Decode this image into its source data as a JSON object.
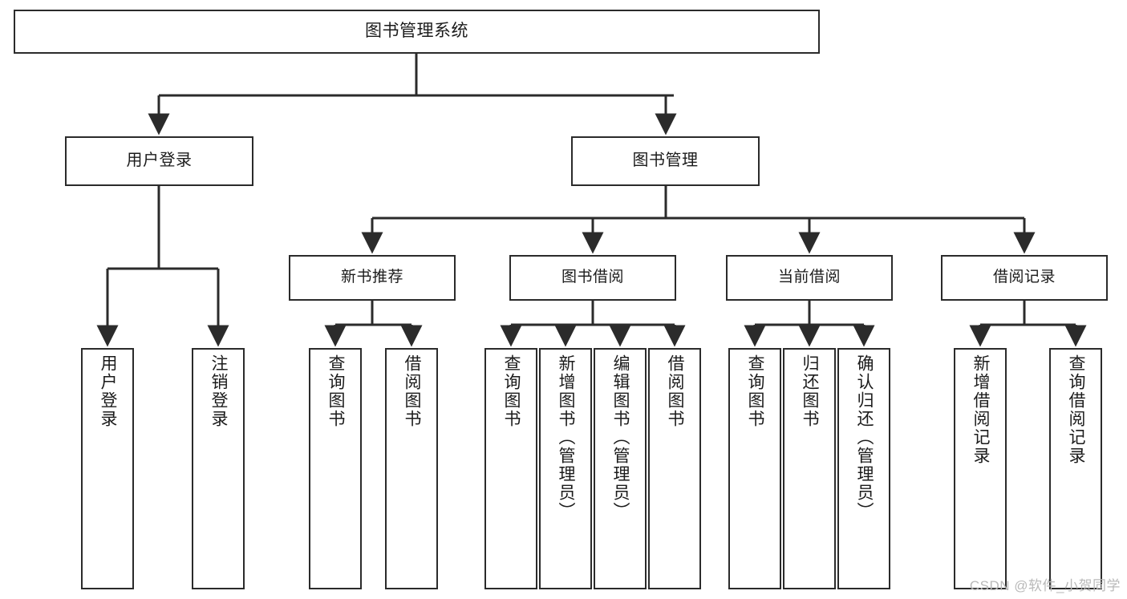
{
  "diagram": {
    "title": "图书管理系统",
    "watermark": "CSDN @软件_小贺同学",
    "level1": {
      "label": "图书管理系统"
    },
    "level2": [
      {
        "label": "用户登录"
      },
      {
        "label": "图书管理"
      }
    ],
    "level3": [
      {
        "label": "新书推荐"
      },
      {
        "label": "图书借阅"
      },
      {
        "label": "当前借阅"
      },
      {
        "label": "借阅记录"
      }
    ],
    "leaves": [
      {
        "label": "用户登录",
        "parent": "用户登录"
      },
      {
        "label": "注销登录",
        "parent": "用户登录"
      },
      {
        "label": "查询图书",
        "parent": "新书推荐"
      },
      {
        "label": "借阅图书",
        "parent": "新书推荐"
      },
      {
        "label": "查询图书",
        "parent": "图书借阅"
      },
      {
        "label": "新增图书（管理员）",
        "parent": "图书借阅"
      },
      {
        "label": "编辑图书（管理员）",
        "parent": "图书借阅"
      },
      {
        "label": "借阅图书",
        "parent": "图书借阅"
      },
      {
        "label": "查询图书",
        "parent": "当前借阅"
      },
      {
        "label": "归还图书",
        "parent": "当前借阅"
      },
      {
        "label": "确认归还（管理员）",
        "parent": "当前借阅"
      },
      {
        "label": "新增借阅记录",
        "parent": "借阅记录"
      },
      {
        "label": "查询借阅记录",
        "parent": "借阅记录"
      }
    ],
    "colors": {
      "stroke": "#2b2b2b",
      "background": "#ffffff",
      "text": "#1b1b1b",
      "watermark": "#b9b9b9"
    }
  }
}
